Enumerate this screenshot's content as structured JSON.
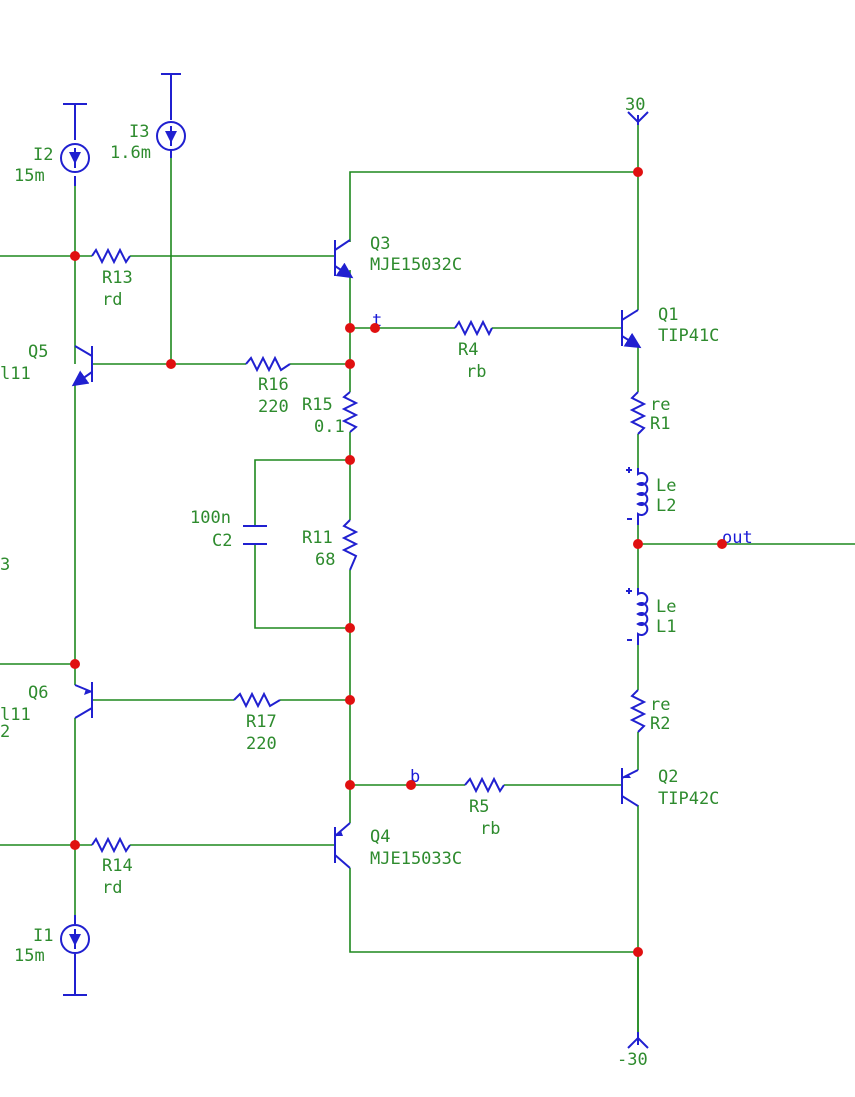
{
  "rails": {
    "positive": "30",
    "negative": "-30"
  },
  "nets": {
    "t": "t",
    "b": "b",
    "out": "out"
  },
  "sources": [
    {
      "ref": "I2",
      "value": "15m"
    },
    {
      "ref": "I3",
      "value": "1.6m"
    },
    {
      "ref": "I1",
      "value": "15m"
    }
  ],
  "transistors": [
    {
      "ref": "Q3",
      "part": "MJE15032C"
    },
    {
      "ref": "Q1",
      "part": "TIP41C"
    },
    {
      "ref": "Q5",
      "part": "l11"
    },
    {
      "ref": "Q6",
      "part": "l11"
    },
    {
      "ref": "Q2",
      "part": "TIP42C"
    },
    {
      "ref": "Q4",
      "part": "MJE15033C"
    }
  ],
  "resistors": [
    {
      "ref": "R13",
      "value": "rd"
    },
    {
      "ref": "R4",
      "value": "rb"
    },
    {
      "ref": "R16",
      "value": "220"
    },
    {
      "ref": "R15",
      "value": "0.1"
    },
    {
      "ref": "R11",
      "value": "68"
    },
    {
      "ref": "R17",
      "value": "220"
    },
    {
      "ref": "R5",
      "value": "rb"
    },
    {
      "ref": "R14",
      "value": "rd"
    },
    {
      "ref": "R1",
      "value": "re"
    },
    {
      "ref": "R2",
      "value": "re"
    }
  ],
  "capacitors": [
    {
      "ref": "C2",
      "value": "100n"
    }
  ],
  "inductors": [
    {
      "ref": "L2",
      "value": "Le"
    },
    {
      "ref": "L1",
      "value": "Le"
    }
  ],
  "edge_fragments": {
    "left_mid": "3",
    "left_q6_2": "2"
  }
}
